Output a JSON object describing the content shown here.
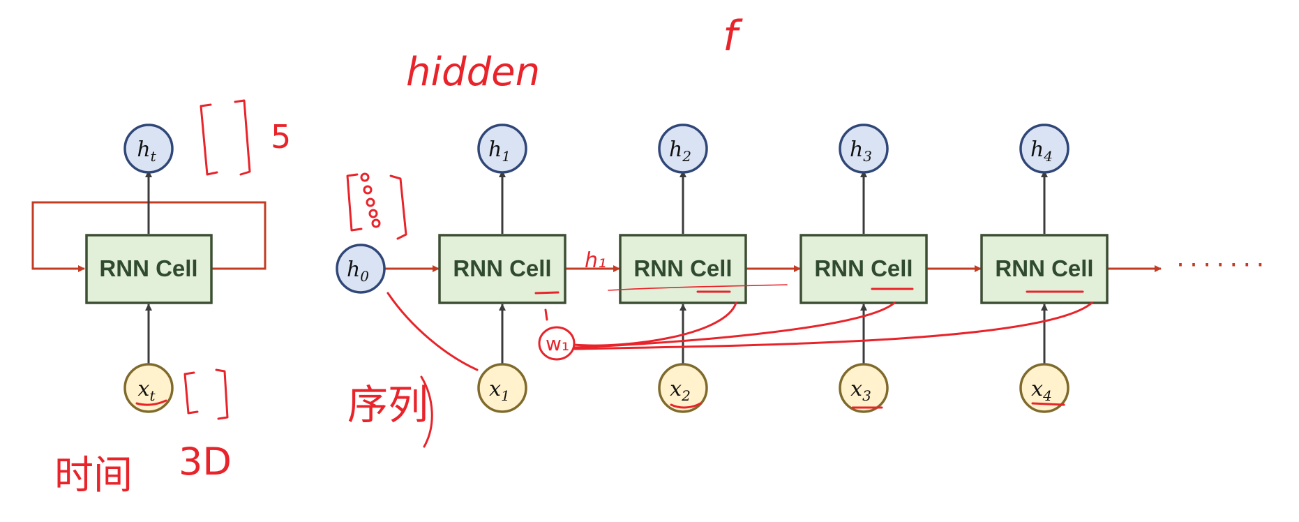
{
  "left_unit": {
    "cell_label": "RNN Cell",
    "hidden": {
      "base": "h",
      "sub": "t"
    },
    "input": {
      "base": "x",
      "sub": "t"
    }
  },
  "initial_state": {
    "base": "h",
    "sub": "0"
  },
  "unrolled_cells": [
    {
      "cell_label": "RNN Cell",
      "hidden": {
        "base": "h",
        "sub": "1"
      },
      "input": {
        "base": "x",
        "sub": "1"
      }
    },
    {
      "cell_label": "RNN Cell",
      "hidden": {
        "base": "h",
        "sub": "2"
      },
      "input": {
        "base": "x",
        "sub": "2"
      }
    },
    {
      "cell_label": "RNN Cell",
      "hidden": {
        "base": "h",
        "sub": "3"
      },
      "input": {
        "base": "x",
        "sub": "3"
      }
    },
    {
      "cell_label": "RNN Cell",
      "hidden": {
        "base": "h",
        "sub": "4"
      },
      "input": {
        "base": "x",
        "sub": "4"
      }
    }
  ],
  "continuation": "·······",
  "annotations": {
    "hidden": "hidden",
    "f": "f",
    "five": "5",
    "sequence": "序列",
    "timestep": "时间",
    "three_d": "3D",
    "h1_small": "h₁",
    "w1": "w₁"
  },
  "colors": {
    "cell_fill": "#e2efd9",
    "cell_border": "#3c4f33",
    "hidden_fill": "#dae3f3",
    "hidden_border": "#2f4677",
    "input_fill": "#fff2cc",
    "input_border": "#7f6a2c",
    "recurrent_arrow": "#c23b22",
    "vertical_arrow": "#3b3b3b",
    "ink": "#e8232a"
  }
}
